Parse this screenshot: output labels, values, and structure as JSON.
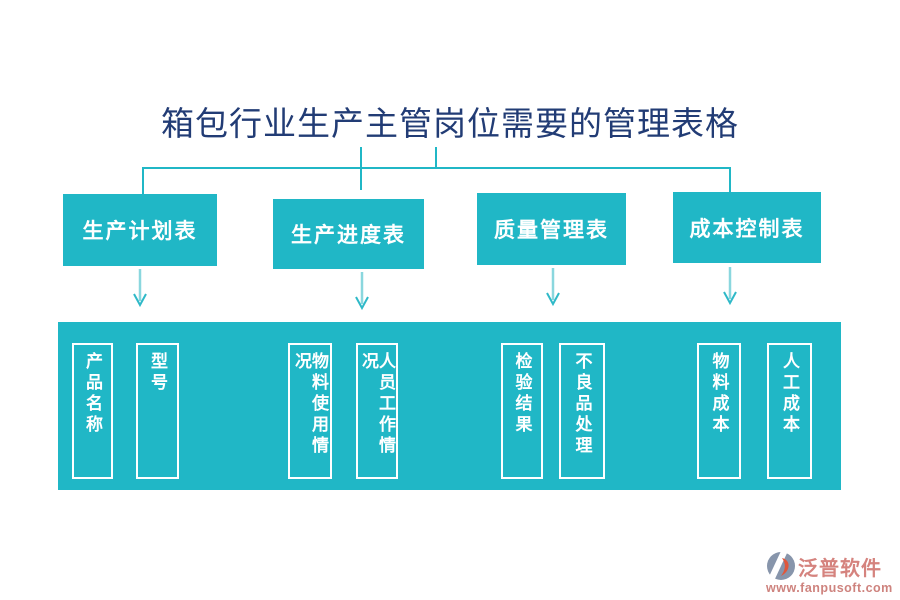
{
  "title": {
    "text": "箱包行业生产主管岗位需要的管理表格"
  },
  "colors": {
    "teal": "#20b7c6",
    "title_navy": "#223c75",
    "arrow_light_teal": "#8ad7de",
    "arrow_head_teal": "#2fb9c8",
    "watermark_red": "#d5837e",
    "logo_gray_blue": "#8795ab",
    "logo_orange_red": "#e0573b",
    "background": "#ffffff"
  },
  "header_boxes": [
    {
      "label": "生产计划表"
    },
    {
      "label": "生产进度表"
    },
    {
      "label": "质量管理表"
    },
    {
      "label": "成本控制表"
    }
  ],
  "detail_items": [
    {
      "label": "产品名称"
    },
    {
      "label": "型号"
    },
    {
      "label": "物料使用情况"
    },
    {
      "label": "人员工作情况"
    },
    {
      "label": "检验结果"
    },
    {
      "label": "不良品处理"
    },
    {
      "label": "物料成本"
    },
    {
      "label": "人工成本"
    }
  ],
  "watermark": {
    "brand": "泛普软件",
    "url": "www.fanpusoft.com"
  }
}
